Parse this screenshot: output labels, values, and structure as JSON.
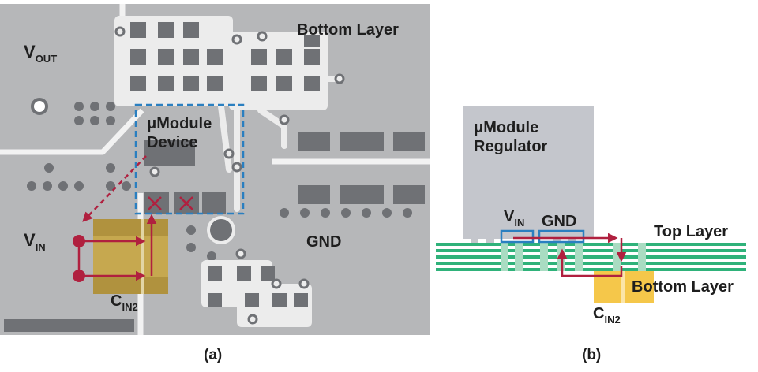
{
  "panel_a": {
    "label_vout": "V",
    "label_vout_sub": "OUT",
    "label_bottom_layer": "Bottom Layer",
    "label_module_line1": "μModule",
    "label_module_line2": "Device",
    "label_vin": "V",
    "label_vin_sub": "IN",
    "label_gnd": "GND",
    "label_cin": "C",
    "label_cin_sub": "IN2",
    "caption": "(a)"
  },
  "panel_b": {
    "label_regulator_line1": "μModule",
    "label_regulator_line2": "Regulator",
    "label_vin": "V",
    "label_vin_sub": "IN",
    "label_gnd": "GND",
    "label_top_layer": "Top Layer",
    "label_bottom_layer": "Bottom Layer",
    "label_cin": "C",
    "label_cin_sub": "IN2",
    "caption": "(b)"
  },
  "colors": {
    "board": "#b6b7b9",
    "trace": "#f2f2f2",
    "pad": "#6f7175",
    "dashed_outline": "#2a7fc0",
    "current_arrow": "#b0203f",
    "capacitor": "#c6a84f",
    "module_body": "#c4c6cc",
    "pcb_layer": "#2fb27a",
    "bottom_cap": "#f5c74a"
  }
}
